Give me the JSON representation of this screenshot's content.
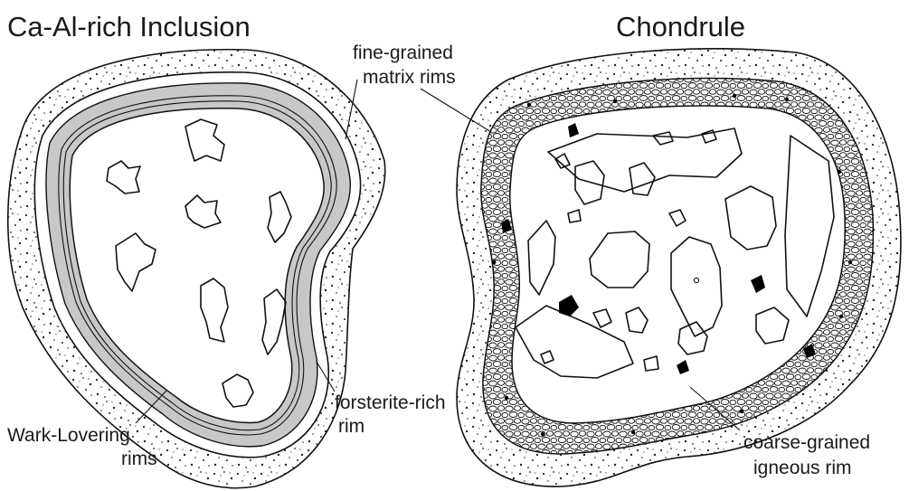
{
  "titles": {
    "left": "Ca-Al-rich Inclusion",
    "right": "Chondrule"
  },
  "labels": {
    "matrix_line1": "fine-grained",
    "matrix_line2": "matrix rims",
    "wark_line1": "Wark-Lovering",
    "wark_line2": "rims",
    "forsterite_line1": "forsterite-rich",
    "forsterite_line2": "rim",
    "igneous_line1": "coarse-grained",
    "igneous_line2": "igneous rim"
  },
  "colors": {
    "ink": "#111111",
    "wark_lovering_fill": "#c8c8c8",
    "background": "#ffffff",
    "opaque_grains": "#000000"
  }
}
